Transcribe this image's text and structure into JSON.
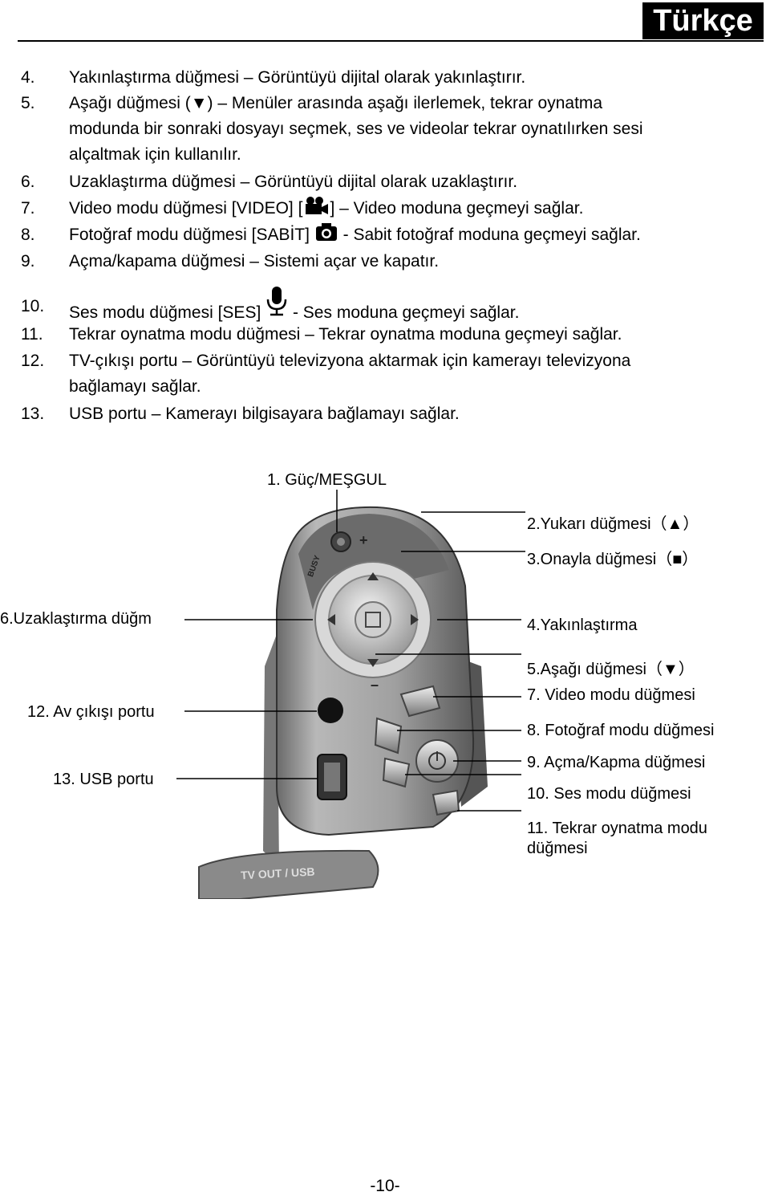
{
  "header": {
    "language": "Türkçe"
  },
  "items": [
    {
      "num": "4.",
      "lines": [
        "Yakınlaştırma düğmesi – Görüntüyü dijital olarak yakınlaştırır."
      ]
    },
    {
      "num": "5.",
      "lines": [
        "Aşağı düğmesi (▼) – Menüler arasında aşağı ilerlemek, tekrar oynatma",
        "modunda bir sonraki dosyayı seçmek, ses ve videolar tekrar oynatılırken sesi",
        "alçaltmak için kullanılır."
      ]
    },
    {
      "num": "6.",
      "lines": [
        "Uzaklaştırma düğmesi – Görüntüyü dijital olarak uzaklaştırır."
      ]
    },
    {
      "num": "7.",
      "before": "Video modu düğmesi [VIDEO] [",
      "after": "] – Video moduna geçmeyi sağlar.",
      "icon": "video-camera-icon"
    },
    {
      "num": "8.",
      "before": "Fotoğraf modu düğmesi [SABİT]",
      "after": " - Sabit fotoğraf moduna geçmeyi sağlar.",
      "icon": "photo-camera-icon"
    },
    {
      "num": "9.",
      "lines": [
        "Açma/kapama düğmesi – Sistemi açar ve kapatır."
      ]
    },
    {
      "num": "10.",
      "before": "Ses modu düğmesi [SES]",
      "after": " - Ses moduna geçmeyi sağlar.",
      "icon": "microphone-icon"
    },
    {
      "num": "11.",
      "lines": [
        "Tekrar oynatma modu düğmesi – Tekrar oynatma moduna geçmeyi sağlar."
      ]
    },
    {
      "num": "12.",
      "lines": [
        "TV-çıkışı portu – Görüntüyü televizyona aktarmak için kamerayı televizyona",
        "bağlamayı sağlar."
      ]
    },
    {
      "num": "13.",
      "lines": [
        "USB portu – Kamerayı bilgisayara bağlamayı sağlar."
      ]
    }
  ],
  "diagram": {
    "labels": {
      "power": "1. Güç/MEŞGUL",
      "up": "2.Yukarı düğmesi（▲）",
      "confirm": "3.Onayla düğmesi（■）",
      "zoom_out": "6.Uzaklaştırma düğm",
      "zoom_in": "4.Yakınlaştırma",
      "down": "5.Aşağı düğmesi（▼）",
      "video": "7. Video modu düğmesi",
      "av_port": "12. Av çıkışı portu",
      "photo": "8. Fotoğraf modu düğmesi",
      "power_btn": "9. Açma/Kapma düğmesi",
      "usb": "13. USB portu",
      "audio": "10. Ses modu düğmesi",
      "playback_1": "11. Tekrar oynatma modu",
      "playback_2": "düğmesi"
    },
    "device_text": {
      "busy": "BUSY",
      "tv_out": "TV OUT / USB",
      "plus": "+",
      "minus": "–"
    }
  },
  "footer": {
    "page_number": "-10-"
  }
}
